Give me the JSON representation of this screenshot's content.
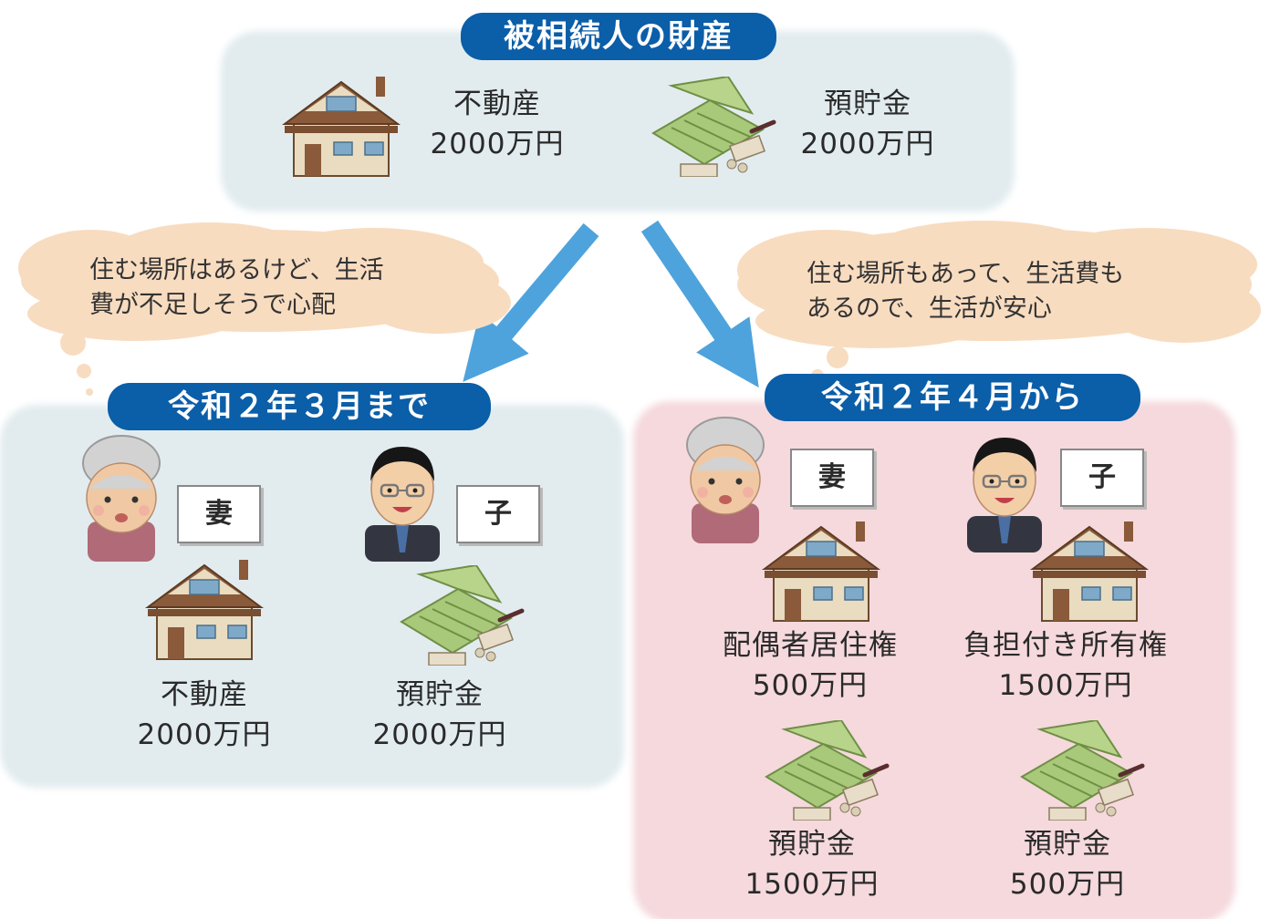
{
  "top": {
    "title": "被相続人の財産",
    "real_estate": {
      "name": "不動産",
      "amount": "2000万円"
    },
    "savings": {
      "name": "預貯金",
      "amount": "2000万円"
    }
  },
  "before": {
    "title": "令和２年３月まで",
    "thought": {
      "line1": "住む場所はあるけど、生活",
      "line2": "費が不足しそうで心配"
    },
    "wife": {
      "label": "妻",
      "item": "不動産",
      "amount": "2000万円"
    },
    "child": {
      "label": "子",
      "item": "預貯金",
      "amount": "2000万円"
    }
  },
  "after": {
    "title": "令和２年４月から",
    "thought": {
      "line1": "住む場所もあって、生活費も",
      "line2": "あるので、生活が安心"
    },
    "wife": {
      "label": "妻",
      "right": "配偶者居住権",
      "right_amount": "500万円",
      "savings": "預貯金",
      "savings_amount": "1500万円"
    },
    "child": {
      "label": "子",
      "right": "負担付き所有権",
      "right_amount": "1500万円",
      "savings": "預貯金",
      "savings_amount": "500万円"
    }
  },
  "colors": {
    "pill": "#0b5ea8",
    "arrow": "#4fa3dc",
    "panel_blue": "#e2ecef",
    "panel_pink": "#f5d9dd",
    "cloud": "#f8dcc0"
  }
}
